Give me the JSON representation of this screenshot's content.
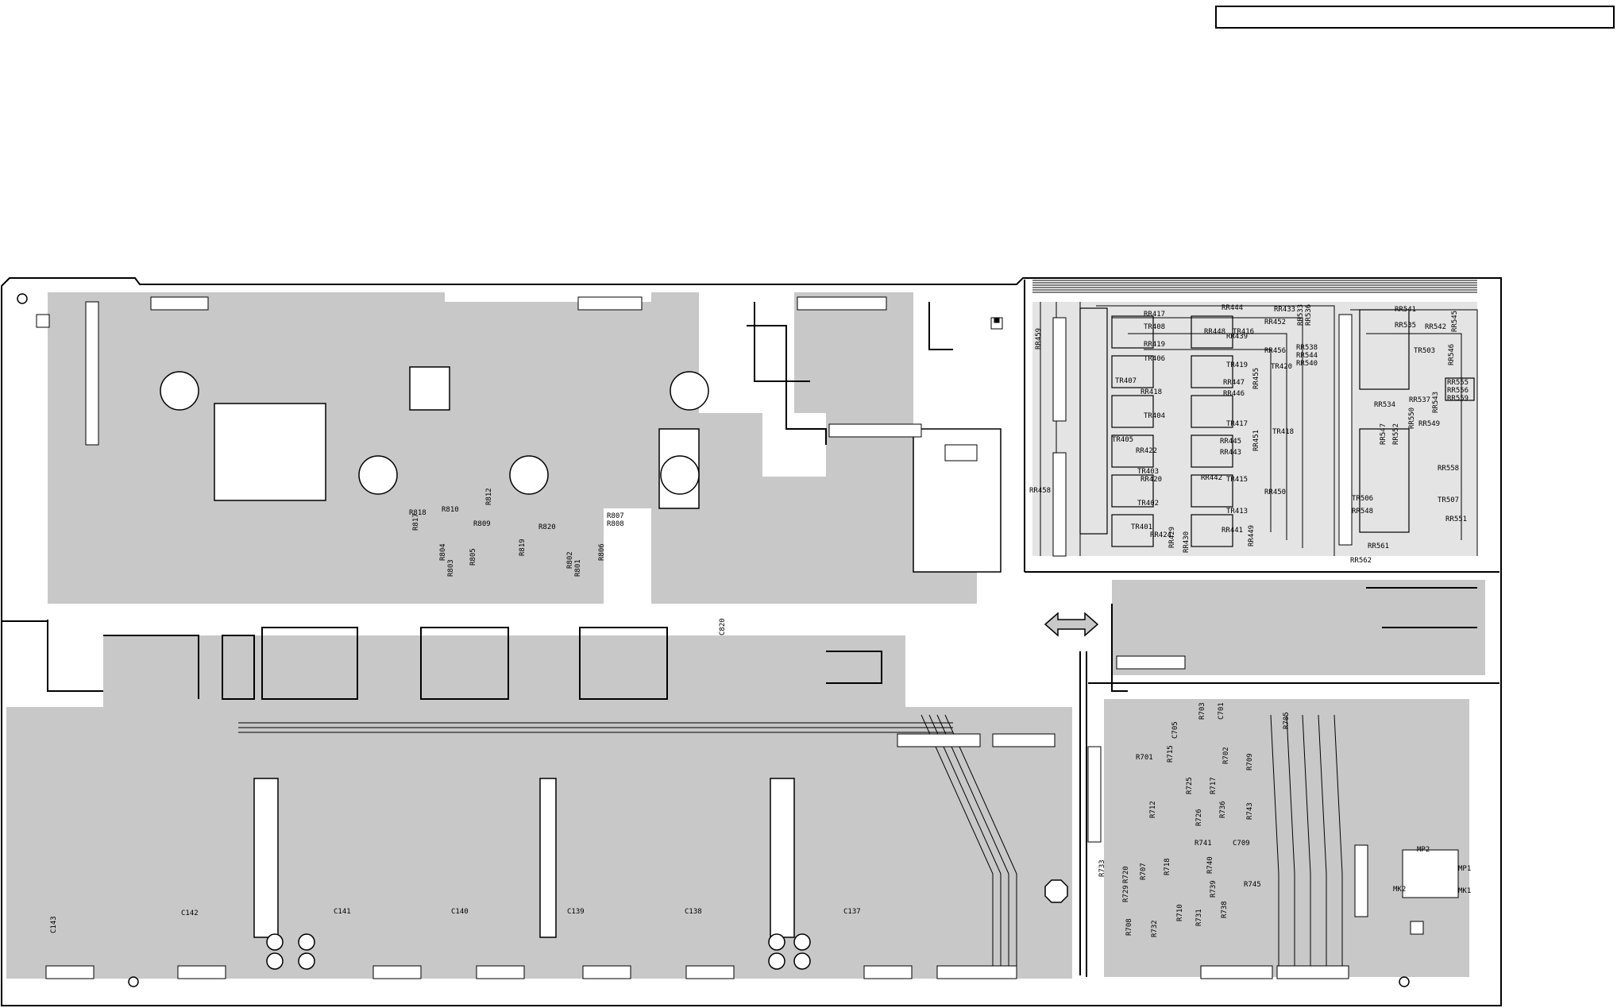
{
  "title_box_text": "",
  "colors": {
    "copper": "#c8c8c8",
    "outline": "#000000",
    "background": "#ffffff"
  },
  "component_labels": [
    {
      "id": "c143",
      "text": "C143"
    },
    {
      "id": "c142",
      "text": "C142"
    },
    {
      "id": "c141",
      "text": "C141"
    },
    {
      "id": "c140",
      "text": "C140"
    },
    {
      "id": "c139",
      "text": "C139"
    },
    {
      "id": "c138",
      "text": "C138"
    },
    {
      "id": "c137",
      "text": "C137"
    },
    {
      "id": "r818",
      "text": "R818"
    },
    {
      "id": "r810",
      "text": "R810"
    },
    {
      "id": "r812",
      "text": "R812"
    },
    {
      "id": "r809",
      "text": "R809"
    },
    {
      "id": "r817",
      "text": "R817"
    },
    {
      "id": "r804",
      "text": "R804"
    },
    {
      "id": "r803",
      "text": "R803"
    },
    {
      "id": "r805",
      "text": "R805"
    },
    {
      "id": "r819",
      "text": "R819"
    },
    {
      "id": "r820",
      "text": "R820"
    },
    {
      "id": "r807",
      "text": "R807"
    },
    {
      "id": "r808",
      "text": "R808"
    },
    {
      "id": "r802",
      "text": "R802"
    },
    {
      "id": "r801",
      "text": "R801"
    },
    {
      "id": "r806",
      "text": "R806"
    },
    {
      "id": "c820",
      "text": "C820"
    },
    {
      "id": "rr459",
      "text": "RR459"
    },
    {
      "id": "rr458",
      "text": "RR458"
    },
    {
      "id": "rr444",
      "text": "RR444"
    },
    {
      "id": "rr433",
      "text": "RR433"
    },
    {
      "id": "rr452",
      "text": "RR452"
    },
    {
      "id": "rr439",
      "text": "RR439"
    },
    {
      "id": "rr456",
      "text": "RR456"
    },
    {
      "id": "tr416",
      "text": "TR416"
    },
    {
      "id": "tr419",
      "text": "TR419"
    },
    {
      "id": "tr420",
      "text": "TR420"
    },
    {
      "id": "rr448",
      "text": "RR448"
    },
    {
      "id": "rr447",
      "text": "RR447"
    },
    {
      "id": "rr446",
      "text": "RR446"
    },
    {
      "id": "rr455",
      "text": "RR455"
    },
    {
      "id": "tr417",
      "text": "TR417"
    },
    {
      "id": "tr418",
      "text": "TR418"
    },
    {
      "id": "rr445",
      "text": "RR445"
    },
    {
      "id": "rr443",
      "text": "RR443"
    },
    {
      "id": "rr451",
      "text": "RR451"
    },
    {
      "id": "rr442",
      "text": "RR442"
    },
    {
      "id": "tr415",
      "text": "TR415"
    },
    {
      "id": "rr450",
      "text": "RR450"
    },
    {
      "id": "tr413",
      "text": "TR413"
    },
    {
      "id": "rr441",
      "text": "RR441"
    },
    {
      "id": "rr449",
      "text": "RR449"
    },
    {
      "id": "rr429",
      "text": "RR429"
    },
    {
      "id": "rr430",
      "text": "RR430"
    },
    {
      "id": "rr424",
      "text": "RR424"
    },
    {
      "id": "tr401",
      "text": "TR401"
    },
    {
      "id": "tr402",
      "text": "TR402"
    },
    {
      "id": "tr403",
      "text": "TR403"
    },
    {
      "id": "tr405",
      "text": "TR405"
    },
    {
      "id": "tr407",
      "text": "TR407"
    },
    {
      "id": "rr420",
      "text": "RR420"
    },
    {
      "id": "rr422",
      "text": "RR422"
    },
    {
      "id": "rr419",
      "text": "RR419"
    },
    {
      "id": "rr418",
      "text": "RR418"
    },
    {
      "id": "rr417",
      "text": "RR417"
    },
    {
      "id": "tr404",
      "text": "TR404"
    },
    {
      "id": "tr406",
      "text": "TR406"
    },
    {
      "id": "tr408",
      "text": "TR408"
    },
    {
      "id": "rr541",
      "text": "RR541"
    },
    {
      "id": "rr535",
      "text": "RR535"
    },
    {
      "id": "rr542",
      "text": "RR542"
    },
    {
      "id": "rr545",
      "text": "RR545"
    },
    {
      "id": "tr503",
      "text": "TR503"
    },
    {
      "id": "rr546",
      "text": "RR546"
    },
    {
      "id": "rr555",
      "text": "RR555"
    },
    {
      "id": "rr556",
      "text": "RR556"
    },
    {
      "id": "rr559",
      "text": "RR559"
    },
    {
      "id": "rr537",
      "text": "RR537"
    },
    {
      "id": "rr543",
      "text": "RR543"
    },
    {
      "id": "rr534",
      "text": "RR534"
    },
    {
      "id": "rr550",
      "text": "RR550"
    },
    {
      "id": "rr549",
      "text": "RR549"
    },
    {
      "id": "rr547",
      "text": "RR547"
    },
    {
      "id": "rr552",
      "text": "RR552"
    },
    {
      "id": "rr558",
      "text": "RR558"
    },
    {
      "id": "tr506",
      "text": "TR506"
    },
    {
      "id": "tr507",
      "text": "TR507"
    },
    {
      "id": "rr548",
      "text": "RR548"
    },
    {
      "id": "rr551",
      "text": "RR551"
    },
    {
      "id": "rr561",
      "text": "RR561"
    },
    {
      "id": "rr562",
      "text": "RR562"
    },
    {
      "id": "rr538",
      "text": "RR538"
    },
    {
      "id": "rr544",
      "text": "RR544"
    },
    {
      "id": "rr540",
      "text": "RR540"
    },
    {
      "id": "rr533",
      "text": "RR533"
    },
    {
      "id": "rr536",
      "text": "RR536"
    },
    {
      "id": "r701",
      "text": "R701"
    },
    {
      "id": "c705",
      "text": "C705"
    },
    {
      "id": "r703",
      "text": "R703"
    },
    {
      "id": "c701",
      "text": "C701"
    },
    {
      "id": "r705",
      "text": "R705"
    },
    {
      "id": "r715",
      "text": "R715"
    },
    {
      "id": "r702",
      "text": "R702"
    },
    {
      "id": "r709",
      "text": "R709"
    },
    {
      "id": "r717",
      "text": "R717"
    },
    {
      "id": "r725",
      "text": "R725"
    },
    {
      "id": "r726",
      "text": "R726"
    },
    {
      "id": "r736",
      "text": "R736"
    },
    {
      "id": "r743",
      "text": "R743"
    },
    {
      "id": "r712",
      "text": "R712"
    },
    {
      "id": "r741",
      "text": "R741"
    },
    {
      "id": "c709",
      "text": "C709"
    },
    {
      "id": "r733",
      "text": "R733"
    },
    {
      "id": "r720",
      "text": "R720"
    },
    {
      "id": "r707",
      "text": "R707"
    },
    {
      "id": "r718",
      "text": "R718"
    },
    {
      "id": "r740",
      "text": "R740"
    },
    {
      "id": "r729",
      "text": "R729"
    },
    {
      "id": "r745",
      "text": "R745"
    },
    {
      "id": "r708",
      "text": "R708"
    },
    {
      "id": "r732",
      "text": "R732"
    },
    {
      "id": "r710",
      "text": "R710"
    },
    {
      "id": "r731",
      "text": "R731"
    },
    {
      "id": "r738",
      "text": "R738"
    },
    {
      "id": "r739",
      "text": "R739"
    },
    {
      "id": "mp2",
      "text": "MP2"
    },
    {
      "id": "mp1",
      "text": "MP1"
    },
    {
      "id": "mk2",
      "text": "MK2"
    },
    {
      "id": "mk1",
      "text": "MK1"
    }
  ]
}
